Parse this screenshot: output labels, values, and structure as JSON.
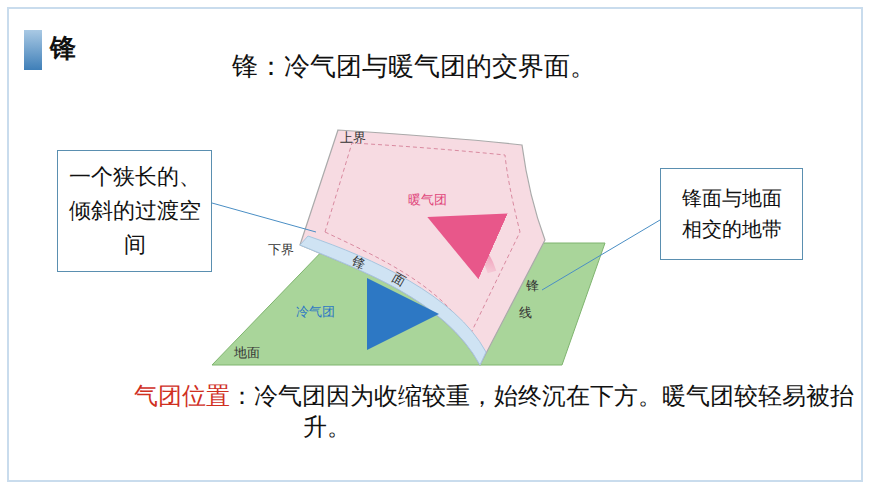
{
  "diagram": {
    "title": "锋",
    "nodes": [
      {
        "text": [
          "一个狭长的、倾斜的过渡空间"
        ]
      },
      {
        "text": [
          "锋面与地面相交的地带"
        ]
      }
    ],
    "labels": [
      "锋：冷气团与暖气团的交界面。",
      "上界",
      "暖气团",
      "下界",
      "锋",
      "面",
      "冷气团",
      "地面",
      "锋",
      "线",
      "气团位置",
      "：冷气团因为收缩较重，始终沉在下方。暖气团较轻易被抬升。"
    ]
  }
}
